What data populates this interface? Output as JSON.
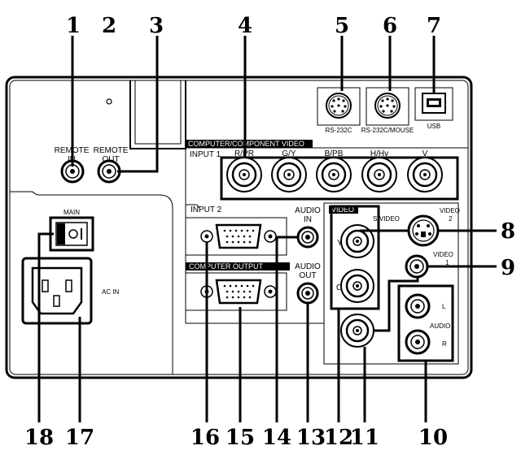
{
  "callouts": {
    "n1": "1",
    "n2": "2",
    "n3": "3",
    "n4": "4",
    "n5": "5",
    "n6": "6",
    "n7": "7",
    "n8": "8",
    "n9": "9",
    "n10": "10",
    "n11": "11",
    "n12": "12",
    "n13": "13",
    "n14": "14",
    "n15": "15",
    "n16": "16",
    "n17": "17",
    "n18": "18"
  },
  "labels": {
    "remote_in_1": "REMOTE",
    "remote_in_2": "IN",
    "remote_out_1": "REMOTE",
    "remote_out_2": "OUT",
    "rs232c": "RS-232C",
    "rs232c_mouse": "RS-232C/MOUSE",
    "usb": "USB",
    "component_banner": "COMPUTER/COMPONENT VIDEO",
    "input1": "INPUT 1",
    "bnc_rpr": "R/PR",
    "bnc_gy": "G/Y",
    "bnc_bpb": "B/PB",
    "bnc_hhv": "H/Hv",
    "bnc_v": "V",
    "main": "MAIN",
    "ac_in": "AC IN",
    "input2": "INPUT 2",
    "audio_in_1": "AUDIO",
    "audio_in_2": "IN",
    "computer_output": "COMPUTER OUTPUT",
    "audio_out_1": "AUDIO",
    "audio_out_2": "OUT",
    "video_banner": "VIDEO",
    "svideo": "S-VIDEO",
    "video2_1": "VIDEO",
    "video2_2": "2",
    "video1_1": "VIDEO",
    "video1_2": "1",
    "y": "Y",
    "c": "C",
    "audio_lr": "AUDIO",
    "l": "L",
    "r": "R"
  },
  "colors": {
    "panel": "#ffffff",
    "ink": "#000000"
  }
}
